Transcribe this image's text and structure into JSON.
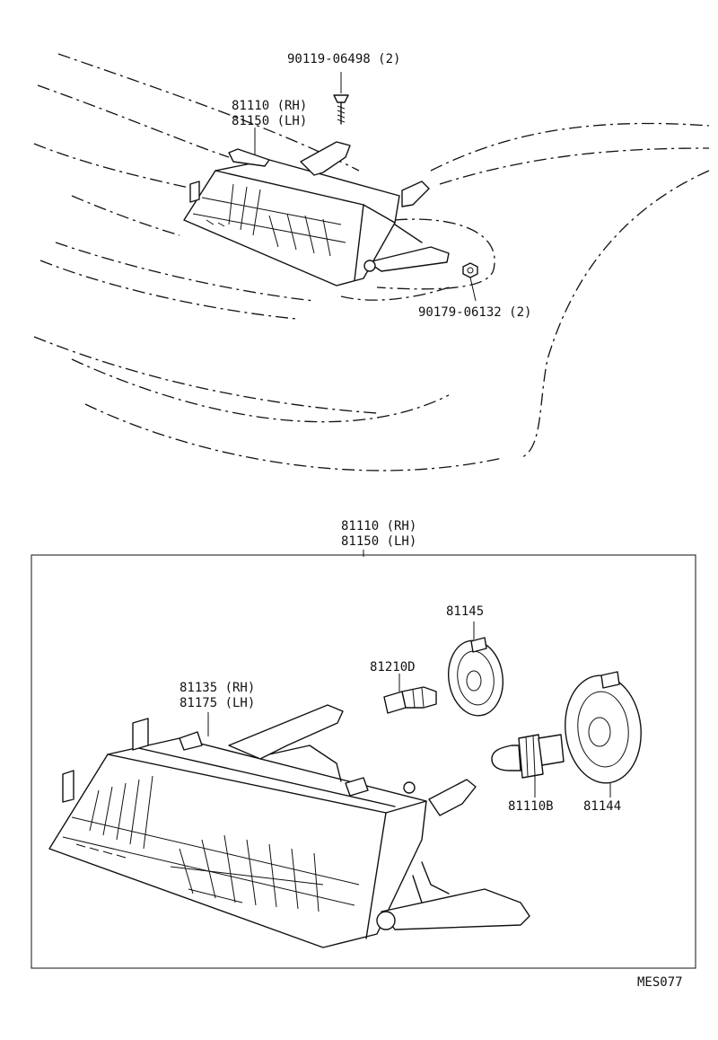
{
  "callouts": {
    "bolt": "90119-06498 (2)",
    "unit_top_rh": "81110 (RH)",
    "unit_top_lh": "81150 (LH)",
    "nut": "90179-06132 (2)",
    "box_rh": "81110 (RH)",
    "box_lh": "81150 (LH)",
    "housing_rh": "81135 (RH)",
    "housing_lh": "81175 (LH)",
    "cover": "81145",
    "side_bulb": "81210D",
    "main_bulb": "81110B",
    "socket_cover": "81144"
  },
  "figure_code": "MES077"
}
